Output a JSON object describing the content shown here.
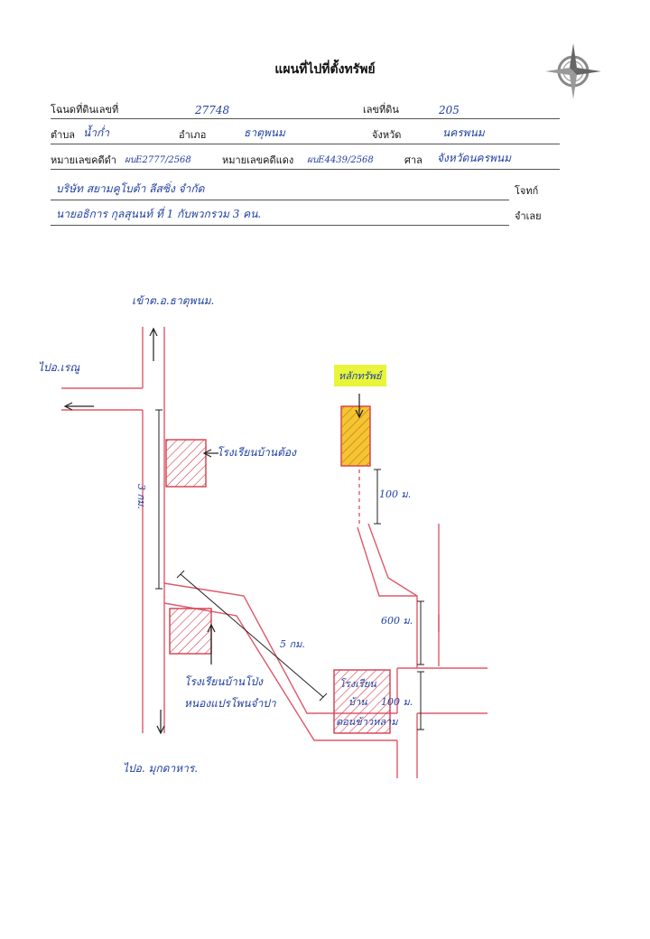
{
  "title": "แผนที่ไปที่ตั้งทรัพย์",
  "deed": {
    "deed_no_label": "โฉนดที่ดินเลขที่",
    "deed_no": "27748",
    "land_no_label": "เลขที่ดิน",
    "land_no": "205"
  },
  "location": {
    "subdistrict_label": "ตำบล",
    "subdistrict": "น้ำก่ำ",
    "district_label": "อำเภอ",
    "district": "ธาตุพนม",
    "province_label": "จังหวัด",
    "province": "นครพนม"
  },
  "case": {
    "black_case_label": "หมายเลขคดีดำ",
    "black_case": "ผบE2777/2568",
    "red_case_label": "หมายเลขคดีแดง",
    "red_case": "ผบE4439/2568",
    "court_label": "ศาล",
    "court": "จังหวัดนครพนม"
  },
  "plaintiff": {
    "value": "บริษัท สยามคูโบต้า ลีสซิ่ง จำกัด",
    "label": "โจทก์"
  },
  "defendant": {
    "value": "นายอธิการ กุลสุนนท์ ที่ 1 กับพวกรวม 3 คน.",
    "label": "จำเลย"
  },
  "map": {
    "to_north": "เข้าต.อ.ธาตุพนม.",
    "to_west": "ไปอ.เรณู",
    "to_south": "ไปอ. มุกดาหาร.",
    "school1": "โรงเรียนบ้านต้อง",
    "school2_line1": "โรงเรียนบ้านโป่ง",
    "school2_line2": "หนองแปรโพนจำปา",
    "school3_line1": "โรงเรียน",
    "school3_line2": "บ้าน",
    "school3_line3": "ดอนข้าวหลาม",
    "target": "หลักทรัพย์",
    "dist_3km": "3 กม.",
    "dist_5km": "5 กม.",
    "dist_100m_top": "100 ม.",
    "dist_600m": "600 ม.",
    "dist_100m_bottom": "100 ม."
  },
  "colors": {
    "road": "#e0586a",
    "ink": "#1f3fa0",
    "hatch": "#d43c4c",
    "target_fill": "#f4c531",
    "highlight": "#e8f53a"
  },
  "icons": [
    "compass-icon"
  ]
}
